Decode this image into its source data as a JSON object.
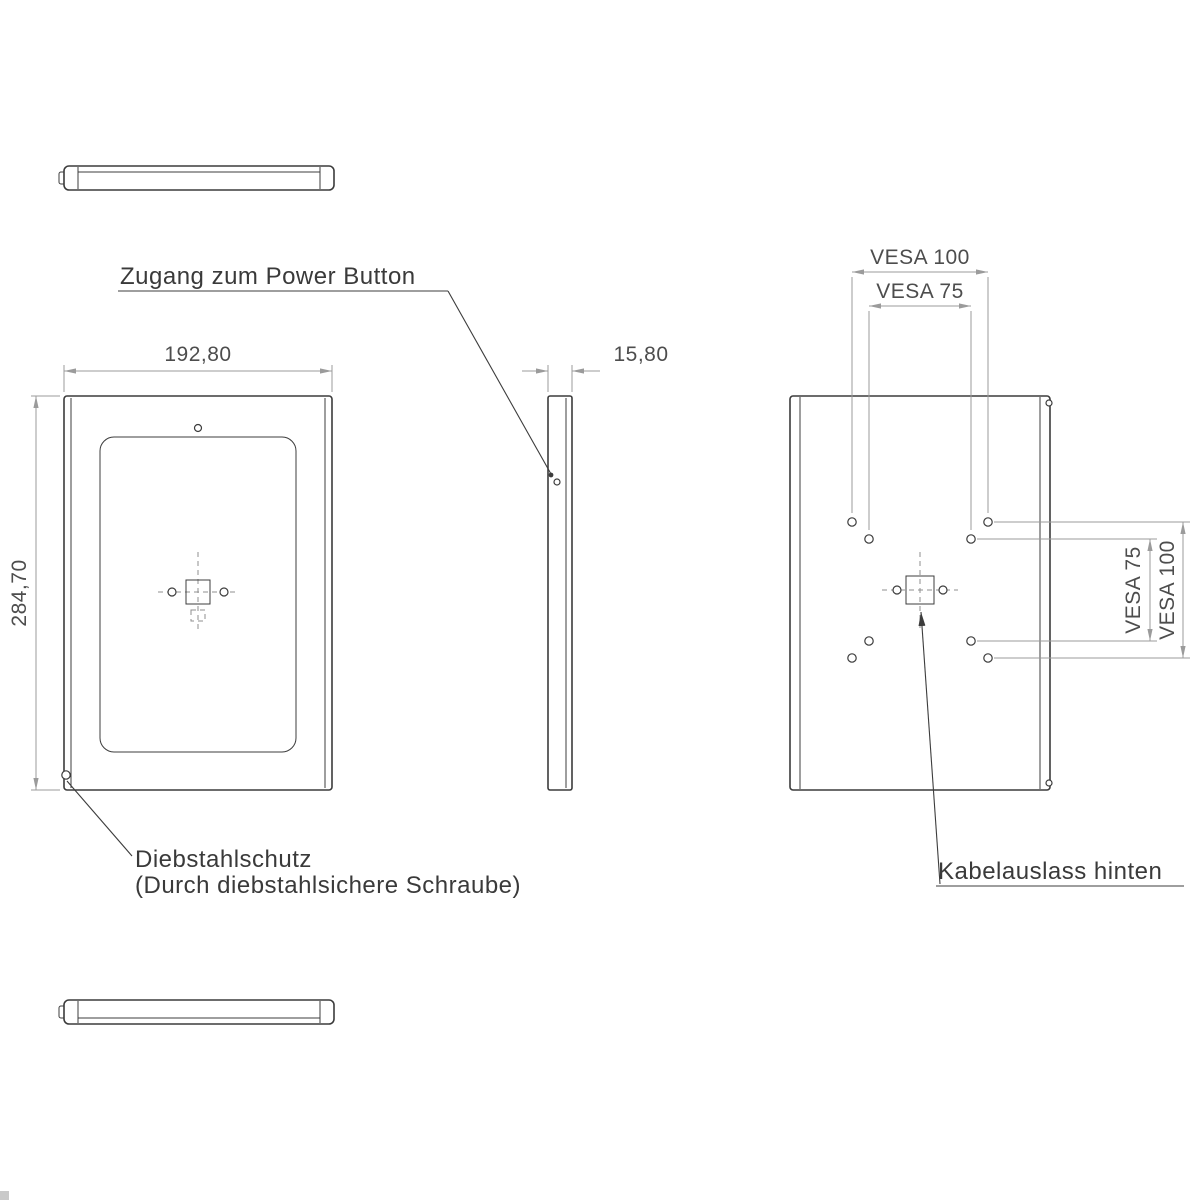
{
  "drawing": {
    "labels": {
      "power_button": "Zugang zum Power Button",
      "theft_line1": "Diebstahlschutz",
      "theft_line2": "(Durch diebstahlsichere Schraube)",
      "cable_outlet": "Kabelauslass hinten"
    },
    "dims": {
      "width": "192,80",
      "depth": "15,80",
      "height": "284,70",
      "vesa100_top": "VESA 100",
      "vesa75_top": "VESA 75",
      "vesa75_right": "VESA 75",
      "vesa100_right": "VESA 100"
    },
    "colors": {
      "background": "#ffffff",
      "outline": "#3c3c3c",
      "dim_line": "#9b9b9b",
      "text": "#3a3a3a",
      "dim_text": "#4d4d4d"
    }
  }
}
